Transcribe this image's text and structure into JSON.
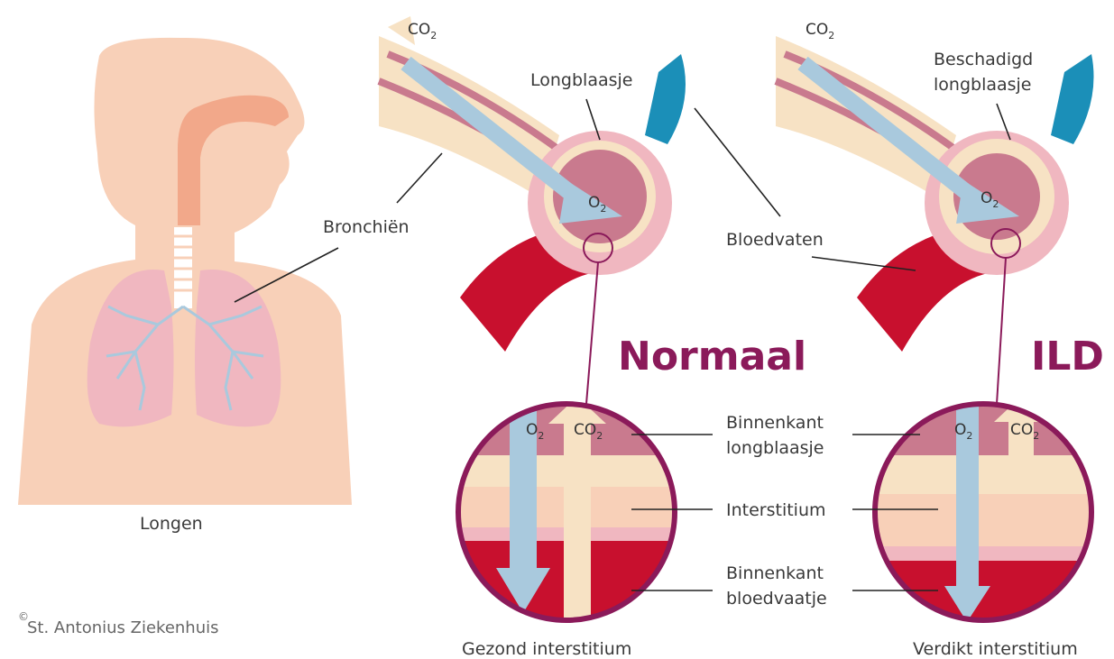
{
  "labels": {
    "longen": "Longen",
    "bronchien": "Bronchiën",
    "longblaasje": "Longblaasje",
    "beschadigd_1": "Beschadigd",
    "beschadigd_2": "longblaasje",
    "bloedvaten": "Bloedvaten",
    "normaal": "Normaal",
    "ild": "ILD",
    "binnenkant_long_1": "Binnenkant",
    "binnenkant_long_2": "longblaasje",
    "interstitium": "Interstitium",
    "binnenkant_bloed_1": "Binnenkant",
    "binnenkant_bloed_2": "bloedvaatje",
    "gezond": "Gezond interstitium",
    "verdikt": "Verdikt interstitium",
    "copyright_symbol": "©",
    "copyright": "St. Antonius Ziekenhuis"
  },
  "gases": {
    "co2_main": "CO",
    "o2_main": "O",
    "sub2": "2"
  },
  "colors": {
    "skin": "#f8d0b8",
    "lung": "#f0b7c0",
    "bronchi": "#a9c9dd",
    "alveolus": "#c97a8e",
    "vein": "#1b8fb8",
    "artery": "#c8102e",
    "accent": "#8b1a5a"
  }
}
